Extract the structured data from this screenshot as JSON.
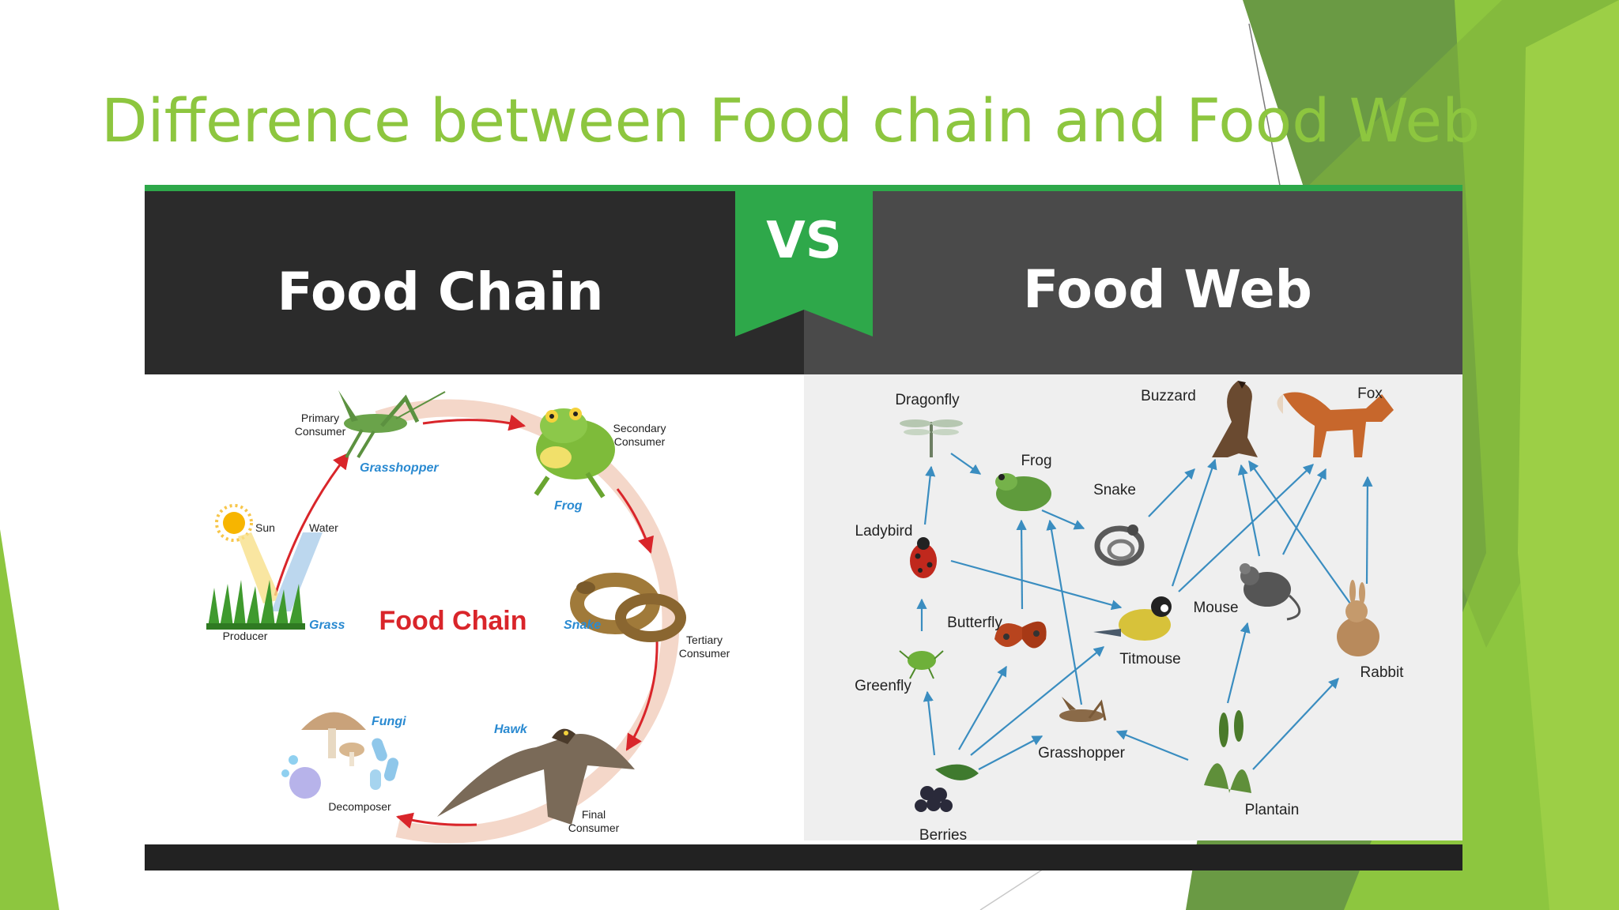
{
  "slide": {
    "title": "Difference between Food chain and Food Web"
  },
  "header": {
    "left": "Food Chain",
    "vs": "VS",
    "right": "Food Web"
  },
  "food_chain": {
    "center_label": "Food Chain",
    "labels": {
      "primary_consumer": [
        "Primary",
        "Consumer"
      ],
      "grasshopper": "Grasshopper",
      "secondary_consumer": [
        "Secondary",
        "Consumer"
      ],
      "frog": "Frog",
      "sun": "Sun",
      "water": "Water",
      "grass": "Grass",
      "producer": "Producer",
      "snake": "Snake",
      "tertiary_consumer": [
        "Tertiary",
        "Consumer"
      ],
      "fungi": "Fungi",
      "decomposer": "Decomposer",
      "hawk": "Hawk",
      "final_consumer": [
        "Final",
        "Consumer"
      ]
    }
  },
  "food_web": {
    "nodes": {
      "dragonfly": "Dragonfly",
      "frog": "Frog",
      "buzzard": "Buzzard",
      "fox": "Fox",
      "snake": "Snake",
      "ladybird": "Ladybird",
      "mouse": "Mouse",
      "butterfly": "Butterfly",
      "titmouse": "Titmouse",
      "rabbit": "Rabbit",
      "greenfly": "Greenfly",
      "grasshopper": "Grasshopper",
      "plantain": "Plantain",
      "berries": "Berries"
    }
  },
  "colors": {
    "title": "#8dc63f",
    "green_dark": "#6b9a45",
    "green_light": "#8dc63f",
    "header_left": "#2b2b2b",
    "header_right": "#4a4a4a",
    "vs_badge": "#2ea84a",
    "chain_arrow": "#d9252a",
    "web_arrow": "#3a8dc0",
    "food_chain_label": "#d9252a"
  }
}
